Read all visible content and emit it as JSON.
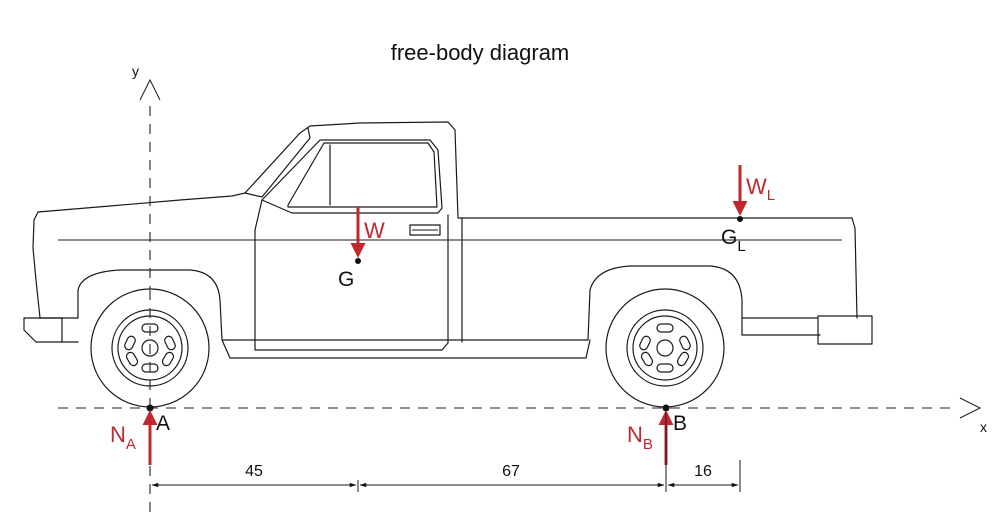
{
  "title": "free-body diagram",
  "axes": {
    "x_label": "x",
    "y_label": "y"
  },
  "forces": {
    "W": {
      "label": "W",
      "sub": ""
    },
    "WL": {
      "label": "W",
      "sub": "L"
    },
    "NA": {
      "label": "N",
      "sub": "A"
    },
    "NB": {
      "label": "N",
      "sub": "B"
    }
  },
  "points": {
    "G": {
      "label": "G",
      "sub": ""
    },
    "GL": {
      "label": "G",
      "sub": "L"
    },
    "A": {
      "label": "A"
    },
    "B": {
      "label": "B"
    }
  },
  "dimensions": [
    "45",
    "67",
    "16"
  ],
  "colors": {
    "force": "#c0282d",
    "line": "#1a1a1a"
  }
}
